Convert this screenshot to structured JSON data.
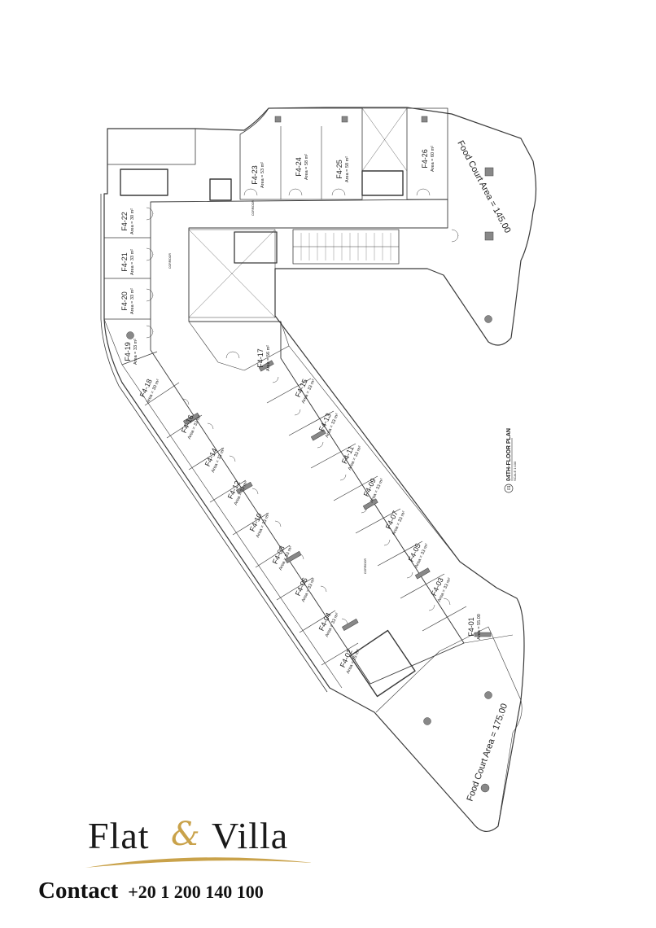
{
  "plan": {
    "title": "04TH-FLOOR PLAN",
    "scale": "SCALE 1:100",
    "ref_number": "01",
    "food_court_1": "Food Court Area = 145.00",
    "food_court_2": "Food Court Area = 175.00",
    "corridor_label": "CORRIDOR",
    "units": [
      {
        "id": "F4-01",
        "area": "Area = 55.00"
      },
      {
        "id": "F4-02",
        "area": "Area = 25 m²"
      },
      {
        "id": "F4-03",
        "area": "Area = 33 m²"
      },
      {
        "id": "F4-04",
        "area": "Area = 33 m²"
      },
      {
        "id": "F4-05",
        "area": "Area = 33 m²"
      },
      {
        "id": "F4-06",
        "area": "Area = 33 m²"
      },
      {
        "id": "F4-07",
        "area": "Area = 33 m²"
      },
      {
        "id": "F4-08",
        "area": "Area = 33 m²"
      },
      {
        "id": "F4-09",
        "area": "Area = 33 m²"
      },
      {
        "id": "F4-10",
        "area": "Area = 33 m²"
      },
      {
        "id": "F4-11",
        "area": "Area = 33 m²"
      },
      {
        "id": "F4-12",
        "area": "Area = 33 m²"
      },
      {
        "id": "F4-13",
        "area": "Area = 33 m²"
      },
      {
        "id": "F4-14",
        "area": "Area = 33 m²"
      },
      {
        "id": "F4-15",
        "area": "Area = 33 m²"
      },
      {
        "id": "F4-16",
        "area": "Area = 33 m²"
      },
      {
        "id": "F4-17",
        "area": "Area = 56 m²"
      },
      {
        "id": "F4-18",
        "area": "Area = 30 m²"
      },
      {
        "id": "F4-19",
        "area": "Area = 33 m²"
      },
      {
        "id": "F4-20",
        "area": "Area = 33 m²"
      },
      {
        "id": "F4-21",
        "area": "Area = 33 m²"
      },
      {
        "id": "F4-22",
        "area": "Area = 30 m²"
      },
      {
        "id": "F4-23",
        "area": "Area = 53 m²"
      },
      {
        "id": "F4-24",
        "area": "Area = 58 m²"
      },
      {
        "id": "F4-25",
        "area": "Area = 58 m²"
      },
      {
        "id": "F4-26",
        "area": "Area = 60 m²"
      }
    ]
  },
  "brand": {
    "name_part1": "Flat",
    "ampersand": "&",
    "name_part2": "Villa",
    "accent_color": "#c9a24a"
  },
  "contact": {
    "label": "Contact",
    "phone": "+20 1 200 140 100"
  }
}
